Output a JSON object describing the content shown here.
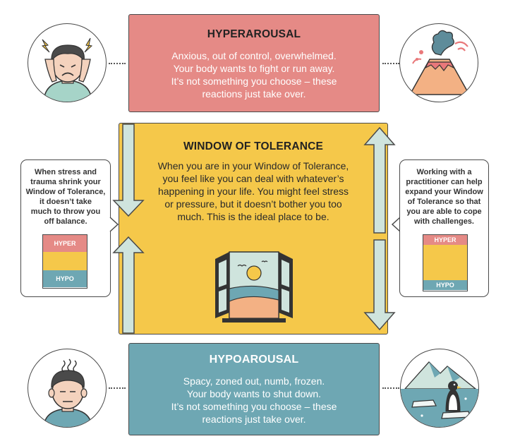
{
  "hyperarousal": {
    "title": "HYPERAROUSAL",
    "lines": [
      "Anxious, out of control, overwhelmed.",
      "Your body wants to fight or run away.",
      "It’s not something you choose – these",
      "reactions just take over."
    ]
  },
  "window_of_tolerance": {
    "title": "WINDOW OF TOLERANCE",
    "lines": [
      "When you are in your Window of Tolerance,",
      "you feel like you can deal with whatever’s",
      "happening in your life. You might feel stress",
      "or pressure, but it doesn’t bother you too",
      "much. This is the ideal place to be."
    ]
  },
  "hypoarousal": {
    "title": "HYPOAROUSAL",
    "lines": [
      "Spacy, zoned out, numb, frozen.",
      "Your body wants to shut down.",
      "It’s not something you choose – these",
      "reactions just take over."
    ]
  },
  "callout_left": {
    "lines": [
      "When stress and",
      "trauma shrink your",
      "Window of Tolerance,",
      "it doesn’t take",
      "much to throw you",
      "off balance."
    ],
    "mini_hyper": "HYPER",
    "mini_hypo": "HYPO"
  },
  "callout_right": {
    "lines": [
      "Working with a",
      "practitioner can help",
      "expand your Window",
      "of Tolerance so that",
      "you are able to cope",
      "with challenges."
    ],
    "mini_hyper": "HYPER",
    "mini_hypo": "HYPO"
  },
  "icons": {
    "top_left": "stressed-person-icon",
    "top_right": "volcano-icon",
    "bottom_left": "numb-person-icon",
    "bottom_right": "penguin-iceberg-icon",
    "center": "open-window-icon"
  },
  "colors": {
    "hyper": "#e58a86",
    "window": "#f5c84a",
    "hypo": "#6ea7b3",
    "arrow": "#cfe4dd",
    "outline": "#4a4a4a"
  }
}
